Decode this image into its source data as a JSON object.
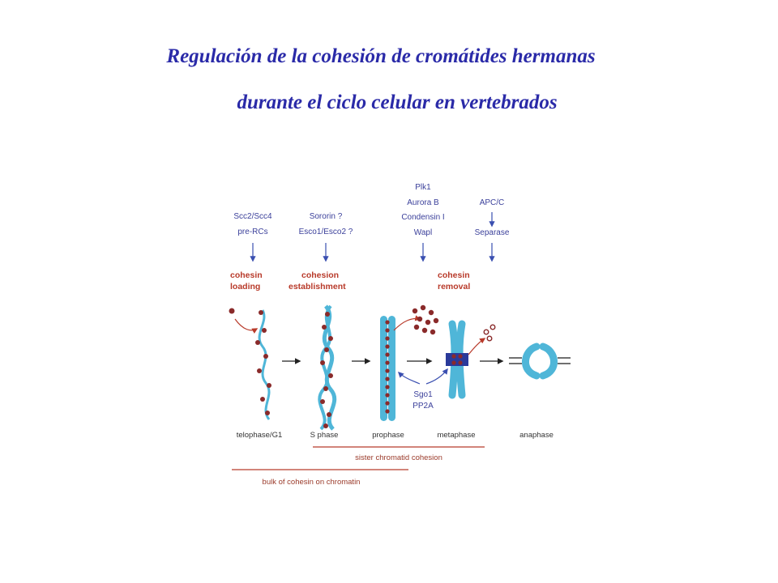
{
  "title": {
    "line1": "Regulación de la cohesión de cromátides hermanas",
    "line2": "durante el ciclo celular en vertebrados"
  },
  "figure": {
    "regulators": {
      "loading": [
        "Scc2/Scc4",
        "pre-RCs"
      ],
      "establishment": [
        "Sororin ?",
        "Esco1/Esco2 ?"
      ],
      "prophase": [
        "Plk1",
        "Aurora B",
        "Condensin I",
        "Wapl"
      ],
      "anaphase": [
        "APC/C",
        "Separase"
      ],
      "centromere": [
        "Sgo1",
        "PP2A"
      ]
    },
    "steps": {
      "loading": [
        "cohesin",
        "loading"
      ],
      "establishment": [
        "cohesion",
        "establishment"
      ],
      "removal": [
        "cohesin",
        "removal"
      ]
    },
    "phases": [
      "telophase/G1",
      "S phase",
      "prophase",
      "metaphase",
      "anaphase"
    ],
    "bars": {
      "sister": "sister chromatid cohesion",
      "bulk": "bulk of cohesin on chromatin"
    },
    "colors": {
      "chromatin": "#4fb6d8",
      "cohesin": "#8a2a2a",
      "regulator_text": "#3a3f9a",
      "step_text": "#b83a2a",
      "arrow_blue": "#3a4fb0",
      "arrow_red": "#b83a2a"
    }
  }
}
